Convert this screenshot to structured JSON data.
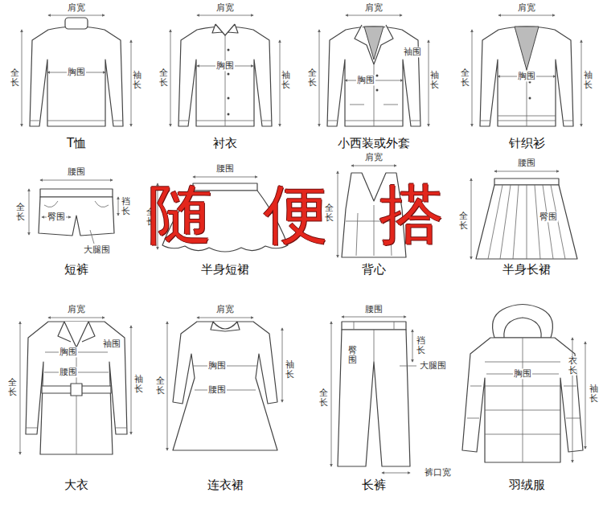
{
  "diagram": {
    "labels": [
      "肩宽",
      "全长",
      "胸围",
      "袖长",
      "T恤",
      "肩宽",
      "全长",
      "胸围",
      "袖长",
      "衬衣",
      "肩宽",
      "袖围",
      "全长",
      "胸围",
      "袖长",
      "小西装或外套",
      "肩宽",
      "全长",
      "胸围",
      "袖长",
      "针织衫",
      "腰围",
      "全长",
      "臀围",
      "裆长",
      "大腿围",
      "短裤",
      "腰围",
      "全长",
      "半身短裙",
      "肩宽",
      "全长",
      "背心",
      "腰围",
      "全长",
      "臀围",
      "半身长裙",
      "肩宽",
      "胸围",
      "袖围",
      "腰围",
      "全长",
      "袖长",
      "大衣",
      "肩宽",
      "胸围",
      "腰围",
      "全长",
      "袖长",
      "连衣裙",
      "腰围",
      "臀围",
      "裆长",
      "大腿围",
      "全长",
      "裤口宽",
      "长裤",
      "胸围",
      "衣长",
      "袖长",
      "羽绒服",
      "随 便 搭"
    ]
  }
}
